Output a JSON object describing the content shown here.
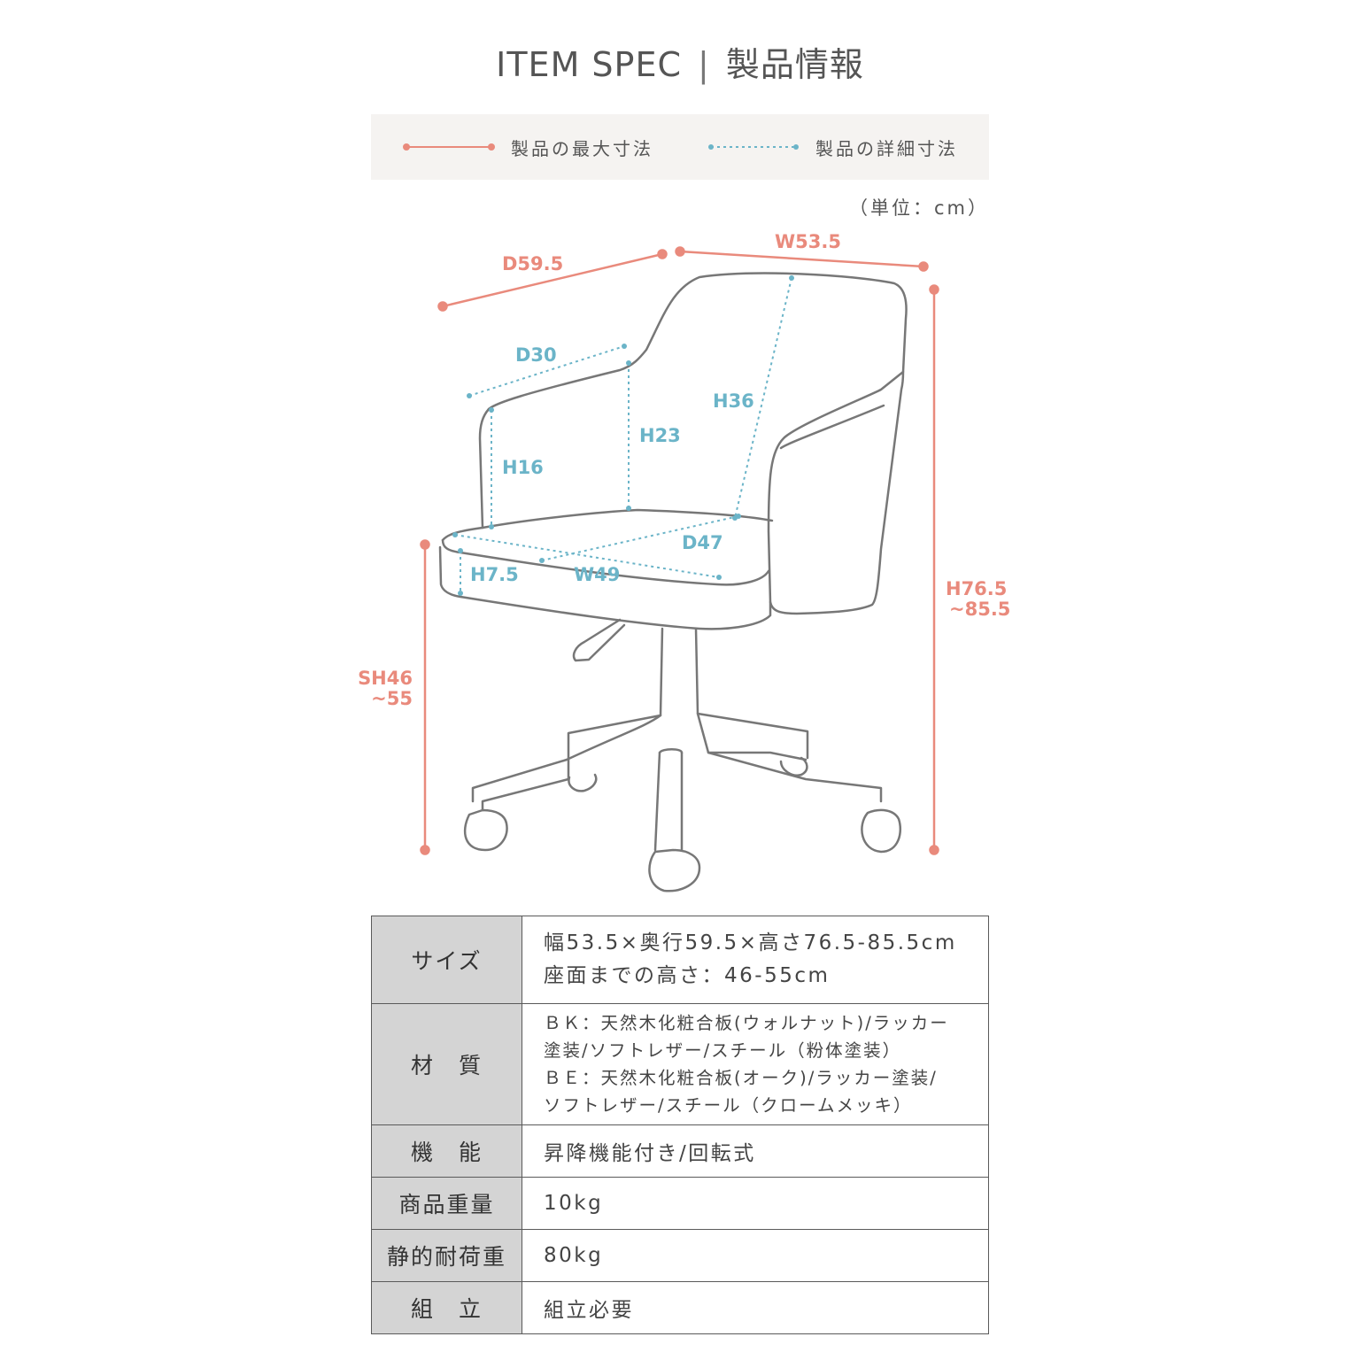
{
  "header": {
    "title_en": "ITEM SPEC",
    "separator": "|",
    "title_ja": "製品情報"
  },
  "legend": {
    "max_label": "製品の最大寸法",
    "detail_label": "製品の詳細寸法",
    "max_color": "#e98a7c",
    "detail_color": "#6bb4c8"
  },
  "unit": "（単位：cm）",
  "dimensions": {
    "max": {
      "depth": "D59.5",
      "width": "W53.5",
      "height_line1": "H76.5",
      "height_line2": "~85.5",
      "seat_height_line1": "SH46",
      "seat_height_line2": "~55"
    },
    "detail": {
      "arm_depth": "D30",
      "back_height": "H36",
      "arm_height_outer": "H23",
      "arm_height_inner": "H16",
      "seat_depth": "D47",
      "seat_width": "W49",
      "seat_thickness": "H7.5"
    }
  },
  "spec_table": {
    "size": {
      "label": "サイズ",
      "line1": "幅53.5×奥行59.5×高さ76.5-85.5cm",
      "line2": "座面までの高さ：46-55cm"
    },
    "material": {
      "label": "材　質",
      "line1": "ＢＫ：天然木化粧合板(ウォルナット)/ラッカー",
      "line2": "塗装/ソフトレザー/スチール（粉体塗装）",
      "line3": "ＢＥ：天然木化粧合板(オーク)/ラッカー塗装/",
      "line4": "ソフトレザー/スチール（クロームメッキ）"
    },
    "function": {
      "label": "機　能",
      "value": "昇降機能付き/回転式"
    },
    "weight": {
      "label": "商品重量",
      "value": "10kg"
    },
    "load": {
      "label": "静的耐荷重",
      "value": "80kg"
    },
    "assembly": {
      "label": "組　立",
      "value": "組立必要"
    }
  }
}
